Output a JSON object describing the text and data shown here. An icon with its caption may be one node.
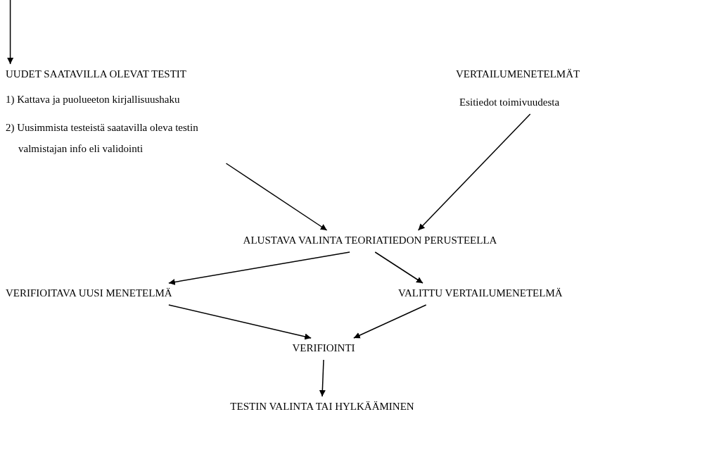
{
  "diagram": {
    "nodes": [
      {
        "text": [
          "UUDET SAATAVILLA OLEVAT TESTIT",
          "1) Kattava ja puolueeton kirjallisuushaku",
          "2) Uusimmista testeistä saatavilla oleva testin valmistajan info eli validointi"
        ]
      },
      {
        "text": [
          "VERTAILUMENETELMÄT",
          "Esitiedot toimivuudesta"
        ]
      },
      {
        "text": [
          "ALUSTAVA VALINTA TEORIATIEDON PERUSTEELLA"
        ]
      },
      {
        "text": [
          "VERIFIOITAVA UUSI MENETELMÄ"
        ]
      },
      {
        "text": [
          "VALITTU VERTAILUMENETELMÄ"
        ]
      },
      {
        "text": [
          "VERIFIOINTI"
        ]
      },
      {
        "text": [
          "TESTIN VALINTA TAI HYLKÄÄMINEN"
        ]
      }
    ],
    "edges": [
      {
        "from": null,
        "to": 0,
        "arrow": "to"
      },
      {
        "from": 0,
        "to": 2,
        "arrow": "to"
      },
      {
        "from": 1,
        "to": 2,
        "arrow": "to"
      },
      {
        "from": 2,
        "to": 3,
        "arrow": "to"
      },
      {
        "from": 2,
        "to": 4,
        "arrow": "to"
      },
      {
        "from": 3,
        "to": 5,
        "arrow": "to"
      },
      {
        "from": 4,
        "to": 5,
        "arrow": "to"
      },
      {
        "from": 5,
        "to": 6,
        "arrow": "to"
      }
    ]
  }
}
